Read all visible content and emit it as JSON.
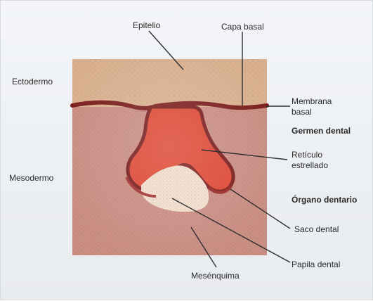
{
  "labels": {
    "epitelio": "Epitelio",
    "capa_basal": "Capa basal",
    "ectodermo": "Ectodermo",
    "membrana_basal_1": "Membrana",
    "membrana_basal_2": "basal",
    "germen_dental": "Germen dental",
    "mesodermo": "Mesodermo",
    "reticulo_1": "Retículo",
    "reticulo_2": "estrellado",
    "organo_dentario": "Órgano dentario",
    "saco_dental": "Saco dental",
    "papila_dental": "Papila dental",
    "mesenquima": "Mesénquima"
  },
  "colors": {
    "background": "#eef1f4",
    "epithelium": "#d8b08f",
    "mesoderm": "#c98e84",
    "reticulum": "#dd4a36",
    "outline": "#7b1f1f",
    "papilla": "#f0dccb",
    "leader": "#2f2f2f"
  }
}
